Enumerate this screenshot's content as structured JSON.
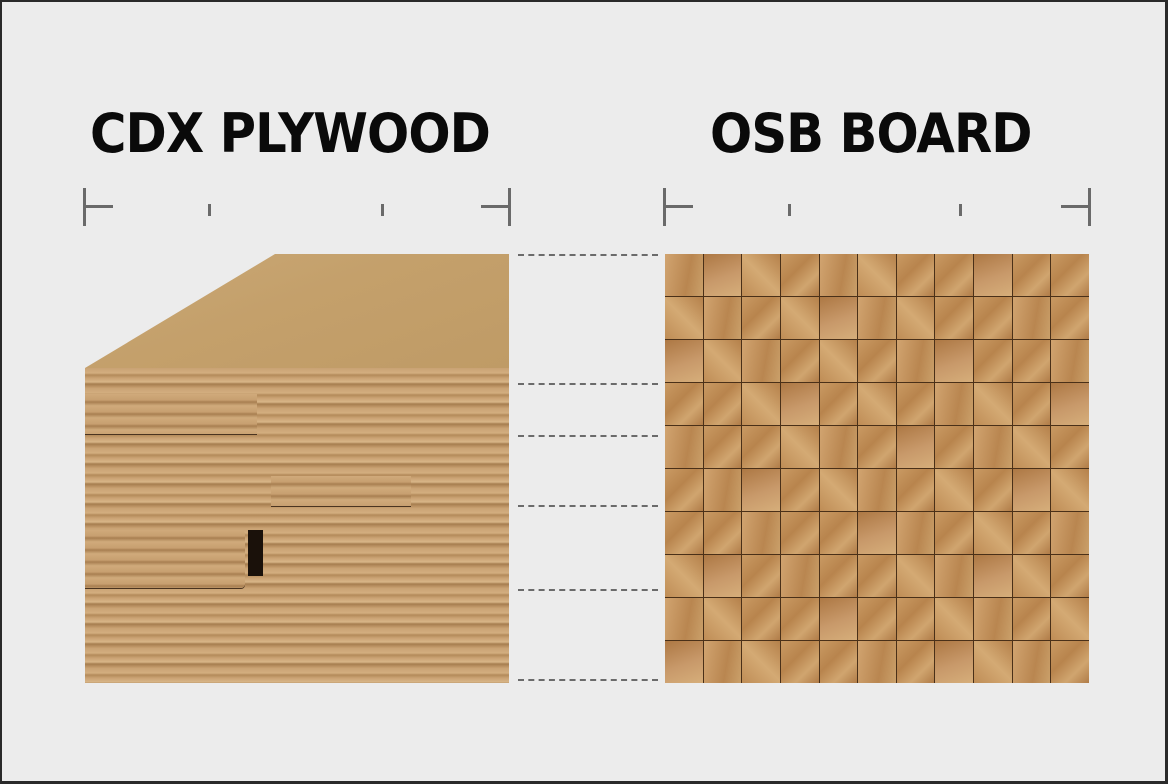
{
  "left_panel": {
    "title": "CDX PLYWOOD",
    "material": "plywood",
    "image_description": "cross-section of layered veneer plies with stepped edges"
  },
  "right_panel": {
    "title": "OSB BOARD",
    "material": "oriented strand board",
    "image_description": "grid of square OSB tiles showing wood strands",
    "grid": {
      "columns": 11,
      "rows": 10
    }
  },
  "connectors": {
    "style": "dashed",
    "count": 6,
    "y_positions": [
      254,
      383,
      435,
      505,
      589,
      679
    ]
  },
  "rulers": {
    "ticks_per_ruler": 2,
    "color": "#6a6a6a"
  },
  "colors": {
    "background": "#ececec",
    "border": "#2a2a2a",
    "title": "#0a0a0a",
    "wood": "#c4a06b",
    "osb": "#b8844d"
  }
}
